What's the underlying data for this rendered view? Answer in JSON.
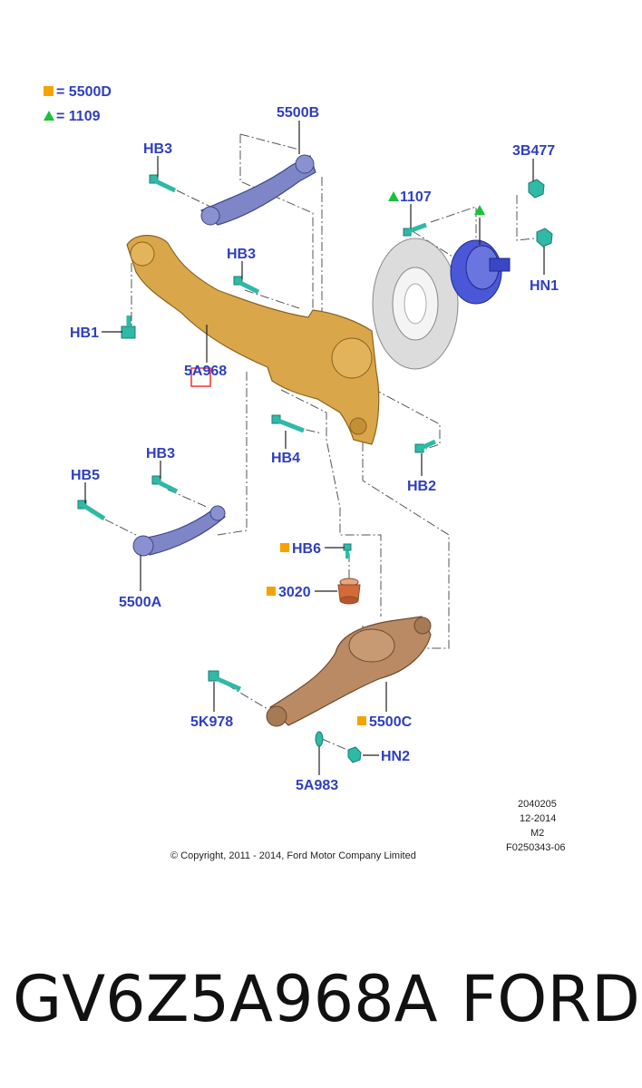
{
  "legend": {
    "square_label": "= 5500D",
    "triangle_label": "= 1109",
    "square_color": "#f5a300",
    "triangle_color": "#18c23a"
  },
  "labels": {
    "l5500B": "5500B",
    "lHB3a": "HB3",
    "l3B477": "3B477",
    "l1107": "1107",
    "lHB3b": "HB3",
    "lHN1": "HN1",
    "lHB1": "HB1",
    "l5A968": "5A968",
    "lHB4": "HB4",
    "lHB2": "HB2",
    "lHB3c": "HB3",
    "lHB5": "HB5",
    "l5500A": "5500A",
    "lHB6": "HB6",
    "l3020": "3020",
    "l5K978": "5K978",
    "l5500C": "5500C",
    "lHN2": "HN2",
    "l5A983": "5A983"
  },
  "meta": {
    "code": "2040205",
    "date": "12-2014",
    "model": "M2",
    "ref": "F0250343-06",
    "copyright": "© Copyright, 2011 - 2014, Ford Motor Company Limited"
  },
  "footer": {
    "part_number": "GV6Z5A968A",
    "brand": "FORD"
  },
  "colors": {
    "knuckle": "#d9a64a",
    "arm_blue": "#7e86c8",
    "arm_bronze": "#b98a63",
    "hub": "#4a57d6",
    "bolt": "#2fb9a6",
    "label": "#2e3fbf",
    "highlight": "#ff2020"
  }
}
